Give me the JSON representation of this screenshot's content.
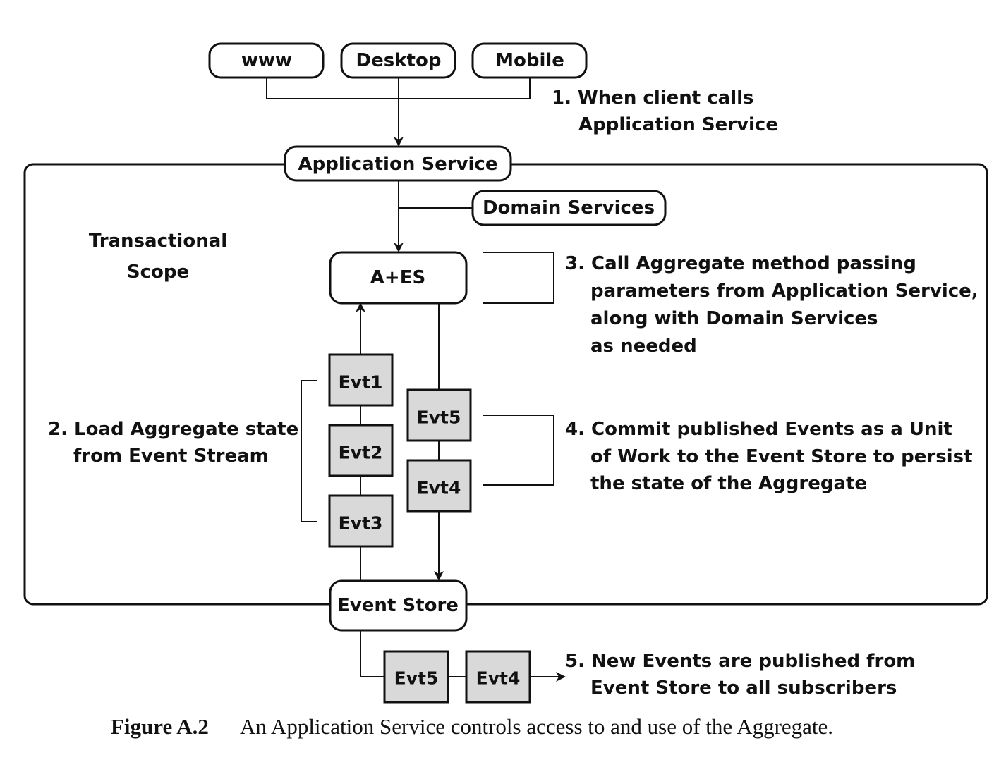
{
  "clients": {
    "www": "www",
    "desktop": "Desktop",
    "mobile": "Mobile"
  },
  "nodes": {
    "application_service": "Application Service",
    "domain_services": "Domain Services",
    "aggregate": "A+ES",
    "event_store": "Event Store",
    "scope_label_line1": "Transactional",
    "scope_label_line2": "Scope"
  },
  "events": {
    "evt1": "Evt1",
    "evt2": "Evt2",
    "evt3": "Evt3",
    "evt5": "Evt5",
    "evt4": "Evt4",
    "published_evt5": "Evt5",
    "published_evt4": "Evt4"
  },
  "notes": {
    "step1": [
      "1. When client calls",
      "Application Service"
    ],
    "step2": [
      "2. Load Aggregate state",
      "from Event Stream"
    ],
    "step3": [
      "3. Call Aggregate method passing",
      "parameters from Application Service,",
      "along with Domain Services",
      "as needed"
    ],
    "step4": [
      "4. Commit published Events as a Unit",
      "of Work to the Event Store to persist",
      "the state of the Aggregate"
    ],
    "step5": [
      "5. New Events are published from",
      "Event Store to all subscribers"
    ]
  },
  "caption": {
    "label": "Figure A.2",
    "text": "An Application Service controls access to and use of the Aggregate."
  },
  "colors": {
    "event_fill": "#d9d9d9",
    "stroke": "#111111"
  }
}
